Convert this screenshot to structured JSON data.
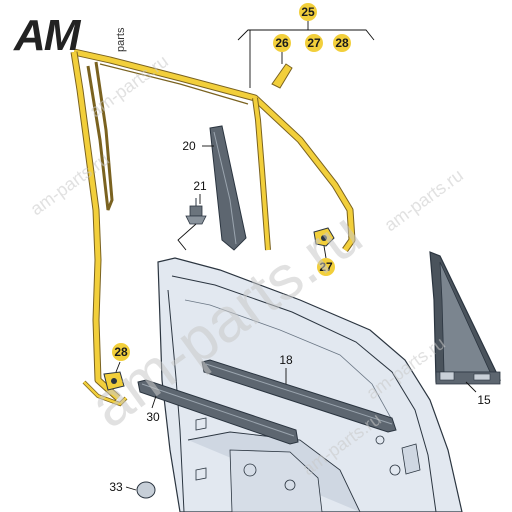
{
  "brand": {
    "logo_text": "AM",
    "logo_suffix": "parts"
  },
  "watermarks": [
    "am-parts.ru",
    "am-parts.ru",
    "am-parts.ru",
    "am-parts.ru",
    "am-parts.ru",
    "am-parts.ru"
  ],
  "callouts": {
    "c25": "25",
    "c26": "26",
    "c27_top": "27",
    "c28_top": "28",
    "c20": "20",
    "c21": "21",
    "c27": "27",
    "c28": "28",
    "c18": "18",
    "c30": "30",
    "c15": "15",
    "c33": "33"
  },
  "colors": {
    "highlight": "#f2cf3b",
    "seal": "#e7c54a",
    "seal_outline": "#7a6220",
    "door_fill": "#dde4ee",
    "door_outline": "#2b3540",
    "part_dark": "#5d6670",
    "glass": "#4a535c"
  }
}
